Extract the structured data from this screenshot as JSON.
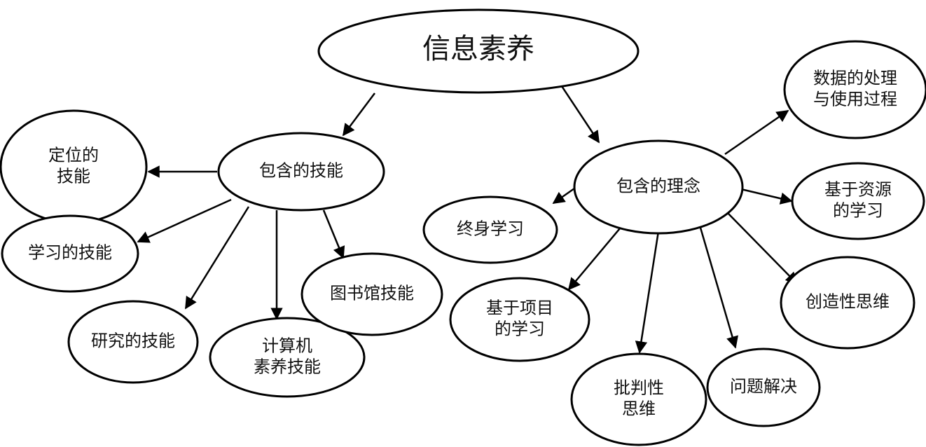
{
  "root": {
    "lines": [
      "信息素养"
    ]
  },
  "skills": {
    "hub": {
      "lines": [
        "包含的技能"
      ]
    },
    "locate": {
      "lines": [
        "定位的",
        "技能"
      ]
    },
    "learning": {
      "lines": [
        "学习的技能"
      ]
    },
    "research": {
      "lines": [
        "研究的技能"
      ]
    },
    "computer": {
      "lines": [
        "计算机",
        "素养技能"
      ]
    },
    "library": {
      "lines": [
        "图书馆技能"
      ]
    }
  },
  "concepts": {
    "hub": {
      "lines": [
        "包含的理念"
      ]
    },
    "lifelong": {
      "lines": [
        "终身学习"
      ]
    },
    "project": {
      "lines": [
        "基于项目",
        "的学习"
      ]
    },
    "critical": {
      "lines": [
        "批判性",
        "思维"
      ]
    },
    "problem": {
      "lines": [
        "问题解决"
      ]
    },
    "creative": {
      "lines": [
        "创造性思维"
      ]
    },
    "resource": {
      "lines": [
        "基于资源",
        "的学习"
      ]
    },
    "data": {
      "lines": [
        "数据的处理",
        "与使用过程"
      ]
    }
  }
}
